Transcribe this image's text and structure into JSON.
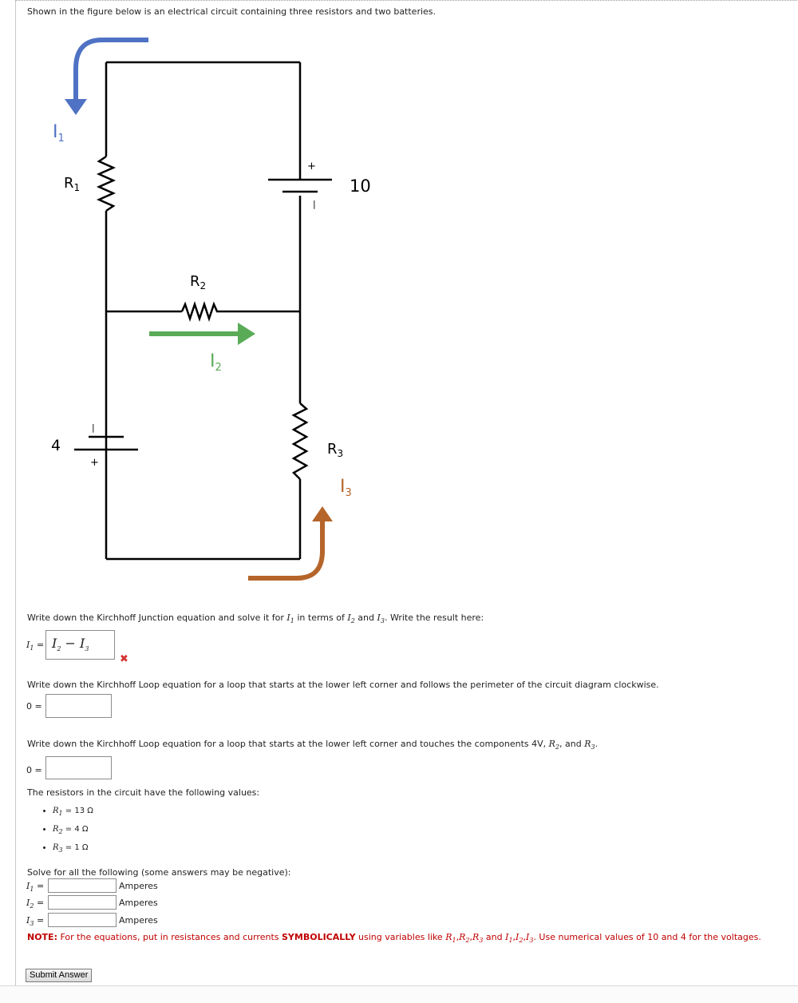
{
  "intro": "Shown in the figure below is an electrical circuit containing three resistors and two batteries.",
  "circuit": {
    "labels": {
      "I1": "I",
      "I1_sub": "1",
      "I2": "I",
      "I2_sub": "2",
      "I3": "I",
      "I3_sub": "3",
      "R1": "R",
      "R1_sub": "1",
      "R2": "R",
      "R2_sub": "2",
      "R3": "R",
      "R3_sub": "3",
      "battery_top_value": "10",
      "battery_bottom_value": "4",
      "plus": "+",
      "minus": "|"
    },
    "colors": {
      "I1": "#4f72c4",
      "I2": "#5aab57",
      "I3": "#b5652a",
      "wire": "#000000"
    }
  },
  "q1": {
    "text_a": "Write down the Kirchhoff Junction equation and solve it for ",
    "v1": "I",
    "v1_sub": "1",
    "text_b": " in terms of ",
    "v2": "I",
    "v2_sub": "2",
    "text_c": " and ",
    "v3": "I",
    "v3_sub": "3",
    "text_d": ". Write the result here:",
    "prefix_var": "I",
    "prefix_sub": "1",
    "prefix_eq": " =",
    "answer_a": "I",
    "answer_a_sub": "2",
    "answer_op": " − ",
    "answer_b": "I",
    "answer_b_sub": "3",
    "status_icon": "✖"
  },
  "q2": {
    "text": "Write down the Kirchhoff Loop equation for a loop that starts at the lower left corner and follows the perimeter of the circuit diagram clockwise.",
    "prefix": "0 =",
    "value": ""
  },
  "q3": {
    "text_a": "Write down the Kirchhoff Loop equation for a loop that starts at the lower left corner and touches the components 4V, ",
    "v1": "R",
    "v1_sub": "2",
    "text_b": ", and ",
    "v2": "R",
    "v2_sub": "3",
    "text_c": ".",
    "prefix": "0 =",
    "value": ""
  },
  "values_intro": "The resistors in the circuit have the following values:",
  "resistors": [
    {
      "var": "R",
      "sub": "1",
      "value": " = 13 Ω"
    },
    {
      "var": "R",
      "sub": "2",
      "value": " = 4 Ω"
    },
    {
      "var": "R",
      "sub": "3",
      "value": " = 1 Ω"
    }
  ],
  "solve_intro": "Solve for all the following (some answers may be negative):",
  "currents": [
    {
      "var": "I",
      "sub": "1",
      "eq": " =",
      "unit": "Amperes",
      "value": ""
    },
    {
      "var": "I",
      "sub": "2",
      "eq": " =",
      "unit": "Amperes",
      "value": ""
    },
    {
      "var": "I",
      "sub": "3",
      "eq": " =",
      "unit": "Amperes",
      "value": ""
    }
  ],
  "note": {
    "label": "NOTE:",
    "text_a": " For the equations, put in resistances and currents ",
    "bold": "SYMBOLICALLY",
    "text_b": " using variables like ",
    "vars_r": "R",
    "r1": "1",
    "r2": "2",
    "r3": "3",
    "text_c": " and ",
    "vars_i": "I",
    "i1": "1",
    "i2": "2",
    "i3": "3",
    "text_d": ". Use numerical values of 10 and 4 for the voltages."
  },
  "submit_label": "Submit Answer"
}
